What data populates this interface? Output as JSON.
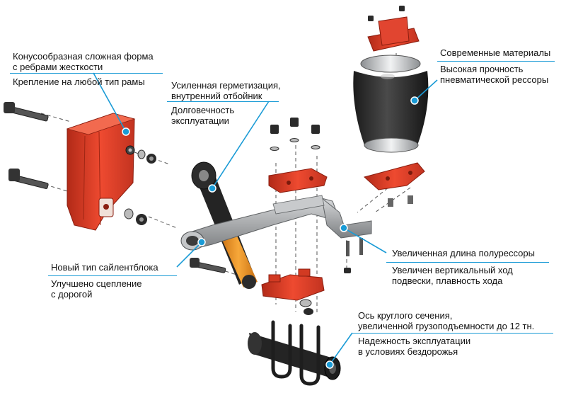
{
  "colors": {
    "part_red": "#e8402a",
    "part_red_dark": "#b22a18",
    "beam_grey": "#b4b6b8",
    "beam_grey_dark": "#7d8083",
    "shock_black": "#242424",
    "shock_orange": "#f09a2a",
    "accent_blue": "#1a9bd6",
    "bellows_black": "#2d2d2d"
  },
  "annotations": {
    "bracket_shape": "Конусообразная сложная форма\nс ребрами жесткости",
    "frame_mount": "Крепление на любой тип рамы",
    "sealing": "Усиленная герметизация,\nвнутренний отбойник",
    "durability": "Долговечность\nэксплуатации",
    "materials": "Современные материалы",
    "spring_strength": "Высокая прочность\nпневматической рессоры",
    "half_spring_length": "Увеличенная длина полурессоры",
    "vertical_travel": "Увеличен вертикальный ход\nподвески, плавность хода",
    "bushing": "Новый тип сайлентблока",
    "grip": "Улучшено сцепление\nс дорогой",
    "axle": "Ось круглого сечения,\nувеличенной грузоподъемности до 12 тн.",
    "offroad_reliability": "Надежность эксплуатации\nв условиях бездорожья"
  }
}
